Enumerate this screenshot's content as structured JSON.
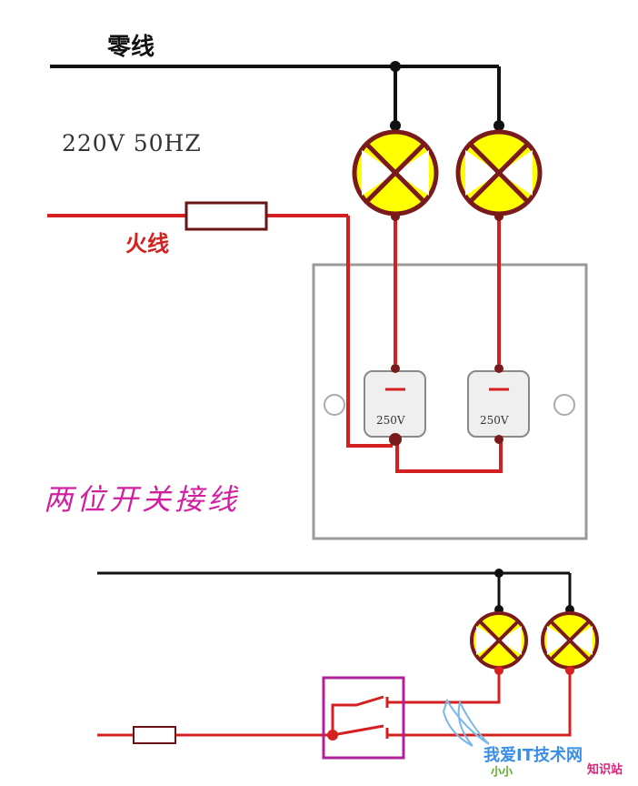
{
  "labels": {
    "neutral": "零线",
    "voltage": "220V  50HZ",
    "live": "火线",
    "caption": "两位开关接线",
    "rating_left": "250V",
    "rating_right": "250V"
  },
  "watermark": {
    "line1": "我爱IT技术网",
    "line2": "知识站",
    "line3": "小小"
  },
  "colors": {
    "neutral_wire": "#111111",
    "live_wire": "#d42020",
    "lamp_fill": "#ffff00",
    "lamp_ring": "#7a1a1a",
    "switch_box": "#b0209a",
    "caption": "#d0209f"
  }
}
